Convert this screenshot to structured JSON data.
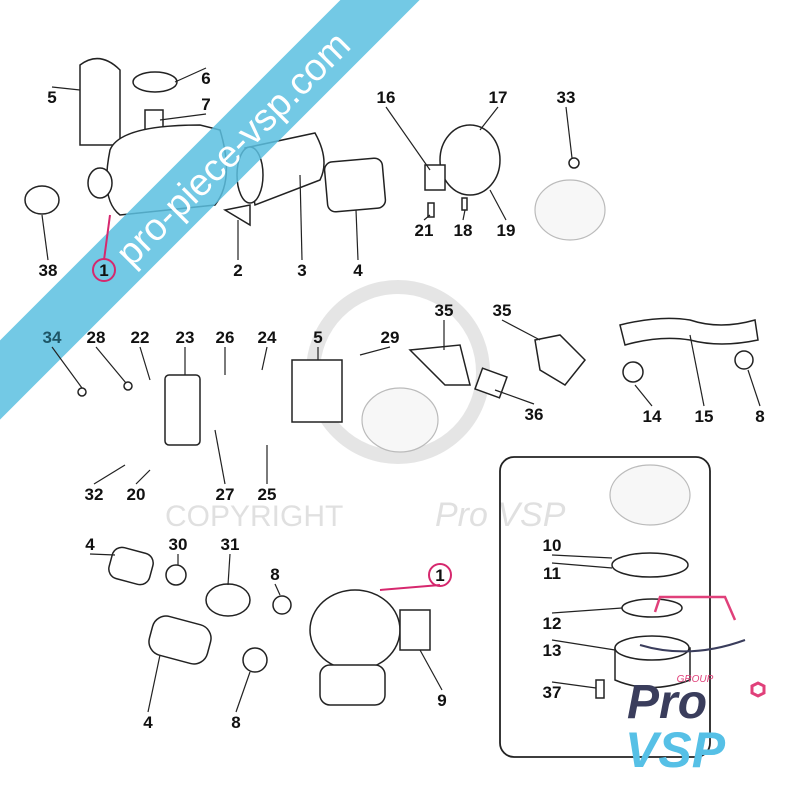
{
  "watermark_banner": {
    "text": "pro-piece-vsp.com",
    "color": "#5bbfe0"
  },
  "copyright": {
    "text": "COPYRIGHT",
    "brand": "Pro VSP"
  },
  "logo": {
    "group": "GROUP",
    "pro": "Pro",
    "vsp": "VSP",
    "colors": {
      "pro": "#3a3d5c",
      "vsp": "#56c0e6",
      "accent": "#e0407a"
    }
  },
  "highlight_color": "#d6286e",
  "callouts": [
    "5",
    "6",
    "7",
    "38",
    "1",
    "2",
    "3",
    "4",
    "16",
    "17",
    "33",
    "21",
    "18",
    "19",
    "34",
    "28",
    "22",
    "23",
    "26",
    "24",
    "5",
    "29",
    "35",
    "35",
    "36",
    "14",
    "15",
    "8",
    "32",
    "20",
    "27",
    "25",
    "4",
    "30",
    "31",
    "8",
    "1",
    "10",
    "11",
    "12",
    "13",
    "37",
    "9",
    "4",
    "8"
  ]
}
